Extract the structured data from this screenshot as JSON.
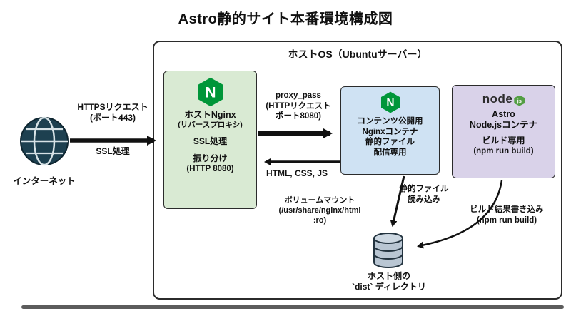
{
  "title": "Astro静的サイト本番環境構成図",
  "host_os": {
    "label": "ホストOS（Ubuntuサーバー）"
  },
  "internet": {
    "label": "インターネット"
  },
  "host_nginx": {
    "name": "ホストNginx",
    "subtitle": "(リバースプロキシ)",
    "ssl": "SSL処理",
    "dispatch": "振り分け",
    "port": "(HTTP 8080)"
  },
  "content_nginx": {
    "line1": "コンテンツ公開用",
    "line2": "Nginxコンテナ",
    "line3": "静的ファイル",
    "line4": "配信専用"
  },
  "node_container": {
    "logo_text": "node",
    "logo_badge": "js",
    "line1": "Astro",
    "line2": "Node.jsコンテナ",
    "line3": "ビルド専用",
    "line4": "(npm run build)"
  },
  "dist_dir": {
    "line1": "ホスト側の",
    "line2": "`dist` ディレクトリ"
  },
  "arrows": {
    "https_request": {
      "line1": "HTTPSリクエスト",
      "line2": "(ポート443)",
      "line3": "SSL処理"
    },
    "proxy_pass": {
      "line1": "proxy_pass",
      "line2": "(HTTPリクエスト",
      "line3": "ポート8080)"
    },
    "response": {
      "label": "HTML, CSS, JS"
    },
    "static_read": {
      "line1": "静的ファイル",
      "line2": "読み込み"
    },
    "volume_mount": {
      "line1": "ボリュームマウント",
      "line2": "(/usr/share/nginx/html",
      "line3": ":ro)"
    },
    "build_write": {
      "line1": "ビルド結果書き込み",
      "line2": "(npm run build)"
    }
  },
  "icons": {
    "nginx_letter": "N"
  },
  "colors": {
    "nginx_green": "#009639",
    "host_nginx_bg": "#d9ead3",
    "content_nginx_bg": "#cfe2f3",
    "node_bg": "#d9d2e9",
    "globe": "#1d4050",
    "db_fill": "#b9c6d3"
  }
}
